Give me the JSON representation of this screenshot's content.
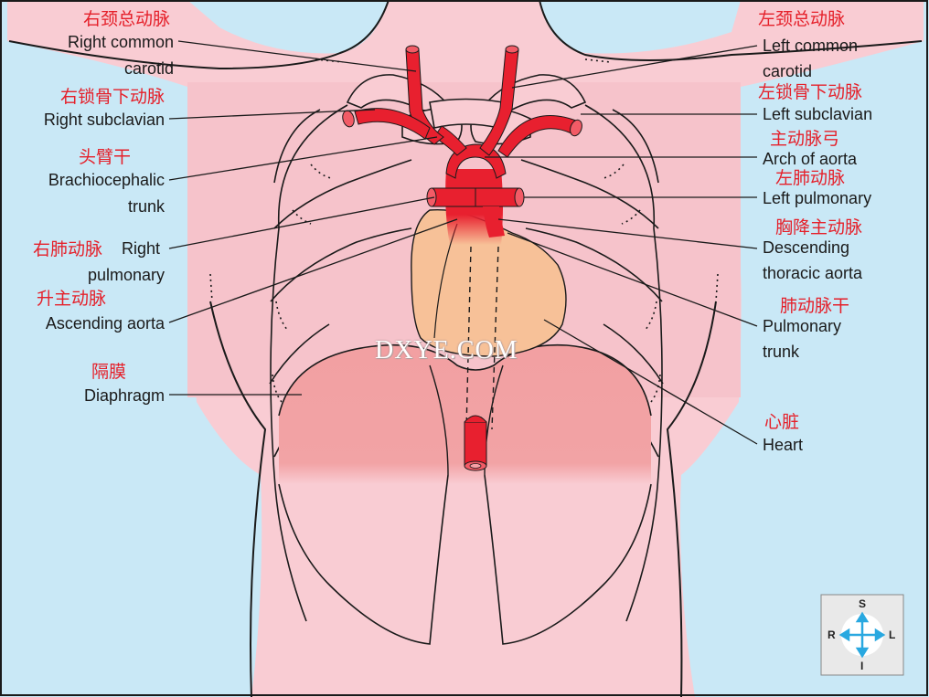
{
  "labels": {
    "right_common_carotid": {
      "cn": "右颈总动脉",
      "en1": "Right common",
      "en2": "carotid"
    },
    "right_subclavian": {
      "cn": "右锁骨下动脉",
      "en": "Right subclavian"
    },
    "brachiocephalic": {
      "cn": "头臂干",
      "en1": "Brachiocephalic",
      "en2": "trunk"
    },
    "right_pulmonary": {
      "cn": "右肺动脉",
      "en1": "Right",
      "en2": "pulmonary"
    },
    "ascending_aorta": {
      "cn": "升主动脉",
      "en": "Ascending aorta"
    },
    "diaphragm": {
      "cn": "隔膜",
      "en": "Diaphragm"
    },
    "left_common_carotid": {
      "cn": "左颈总动脉",
      "en1": "Left common",
      "en2": "carotid"
    },
    "left_subclavian": {
      "cn": "左锁骨下动脉",
      "en": "Left subclavian"
    },
    "arch_of_aorta": {
      "cn": "主动脉弓",
      "en": "Arch of aorta"
    },
    "left_pulmonary": {
      "cn": "左肺动脉",
      "en": "Left pulmonary"
    },
    "descending_aorta": {
      "cn": "胸降主动脉",
      "en1": "Descending",
      "en2": "thoracic aorta"
    },
    "pulmonary_trunk": {
      "cn": "肺动脉干",
      "en1": "Pulmonary",
      "en2": "trunk"
    },
    "heart": {
      "cn": "心脏",
      "en": "Heart"
    }
  },
  "watermark": "DXYE.COM",
  "compass": {
    "top": "S",
    "bottom": "I",
    "left": "R",
    "right": "L"
  },
  "colors": {
    "background": "#c9e8f6",
    "skin": "#f9ccd3",
    "thorax_panel": "#f6c3cb",
    "diaphragm_band": "#f2a3a3",
    "artery": "#e8202f",
    "heart": "#f7c198",
    "label_cn": "#e5202a",
    "compass_arrow": "#29a8e0"
  }
}
